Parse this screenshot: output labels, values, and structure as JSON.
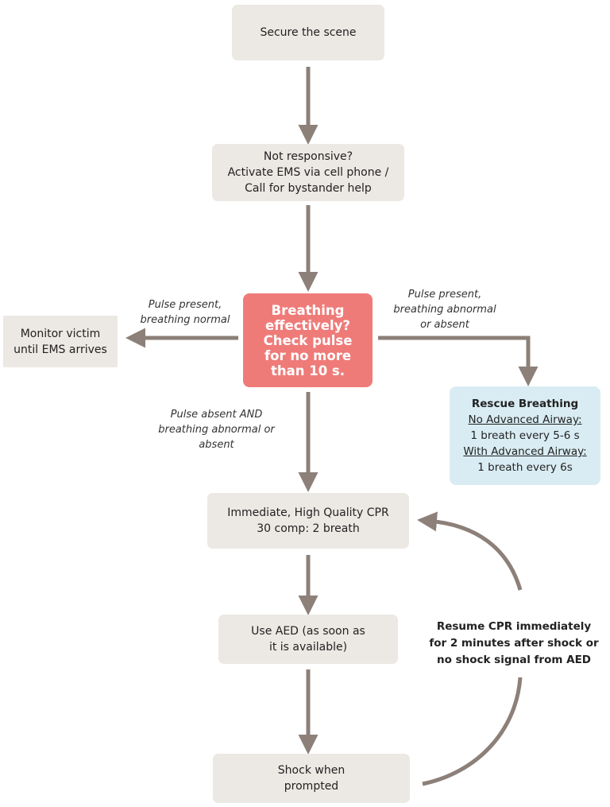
{
  "steps": {
    "secure": "Secure the scene",
    "not_responsive": [
      "Not responsive?",
      "Activate EMS via cell phone /",
      "Call for bystander help"
    ],
    "decision": [
      "Breathing",
      "effectively?",
      "Check pulse",
      "for no more",
      "than 10 s."
    ],
    "monitor": [
      "Monitor victim",
      "until EMS arrives"
    ],
    "cpr": [
      "Immediate, High Quality CPR",
      "30 comp: 2 breath"
    ],
    "aed": [
      "Use AED (as soon as",
      "it is available)"
    ],
    "shock": [
      "Shock when",
      "prompted"
    ]
  },
  "rescue_breathing": {
    "title": "Rescue Breathing",
    "no_airway_label": "No Advanced Airway:",
    "no_airway_value": "1 breath every 5-6 s",
    "with_airway_label": "With Advanced Airway:",
    "with_airway_value": "1 breath every 6s"
  },
  "branch_labels": {
    "left": [
      "Pulse present,",
      "breathing normal"
    ],
    "right": [
      "Pulse present,",
      "breathing abnormal",
      "or absent"
    ],
    "down": [
      "Pulse absent AND",
      "breathing abnormal or",
      "absent"
    ]
  },
  "loop_label": [
    "Resume CPR immediately",
    "for 2 minutes after shock or",
    "no shock signal from AED"
  ],
  "colors": {
    "box": "#ece8e4",
    "decision": "#ef7b79",
    "rescue": "#d9ecf3",
    "arrow": "#8c8079"
  }
}
